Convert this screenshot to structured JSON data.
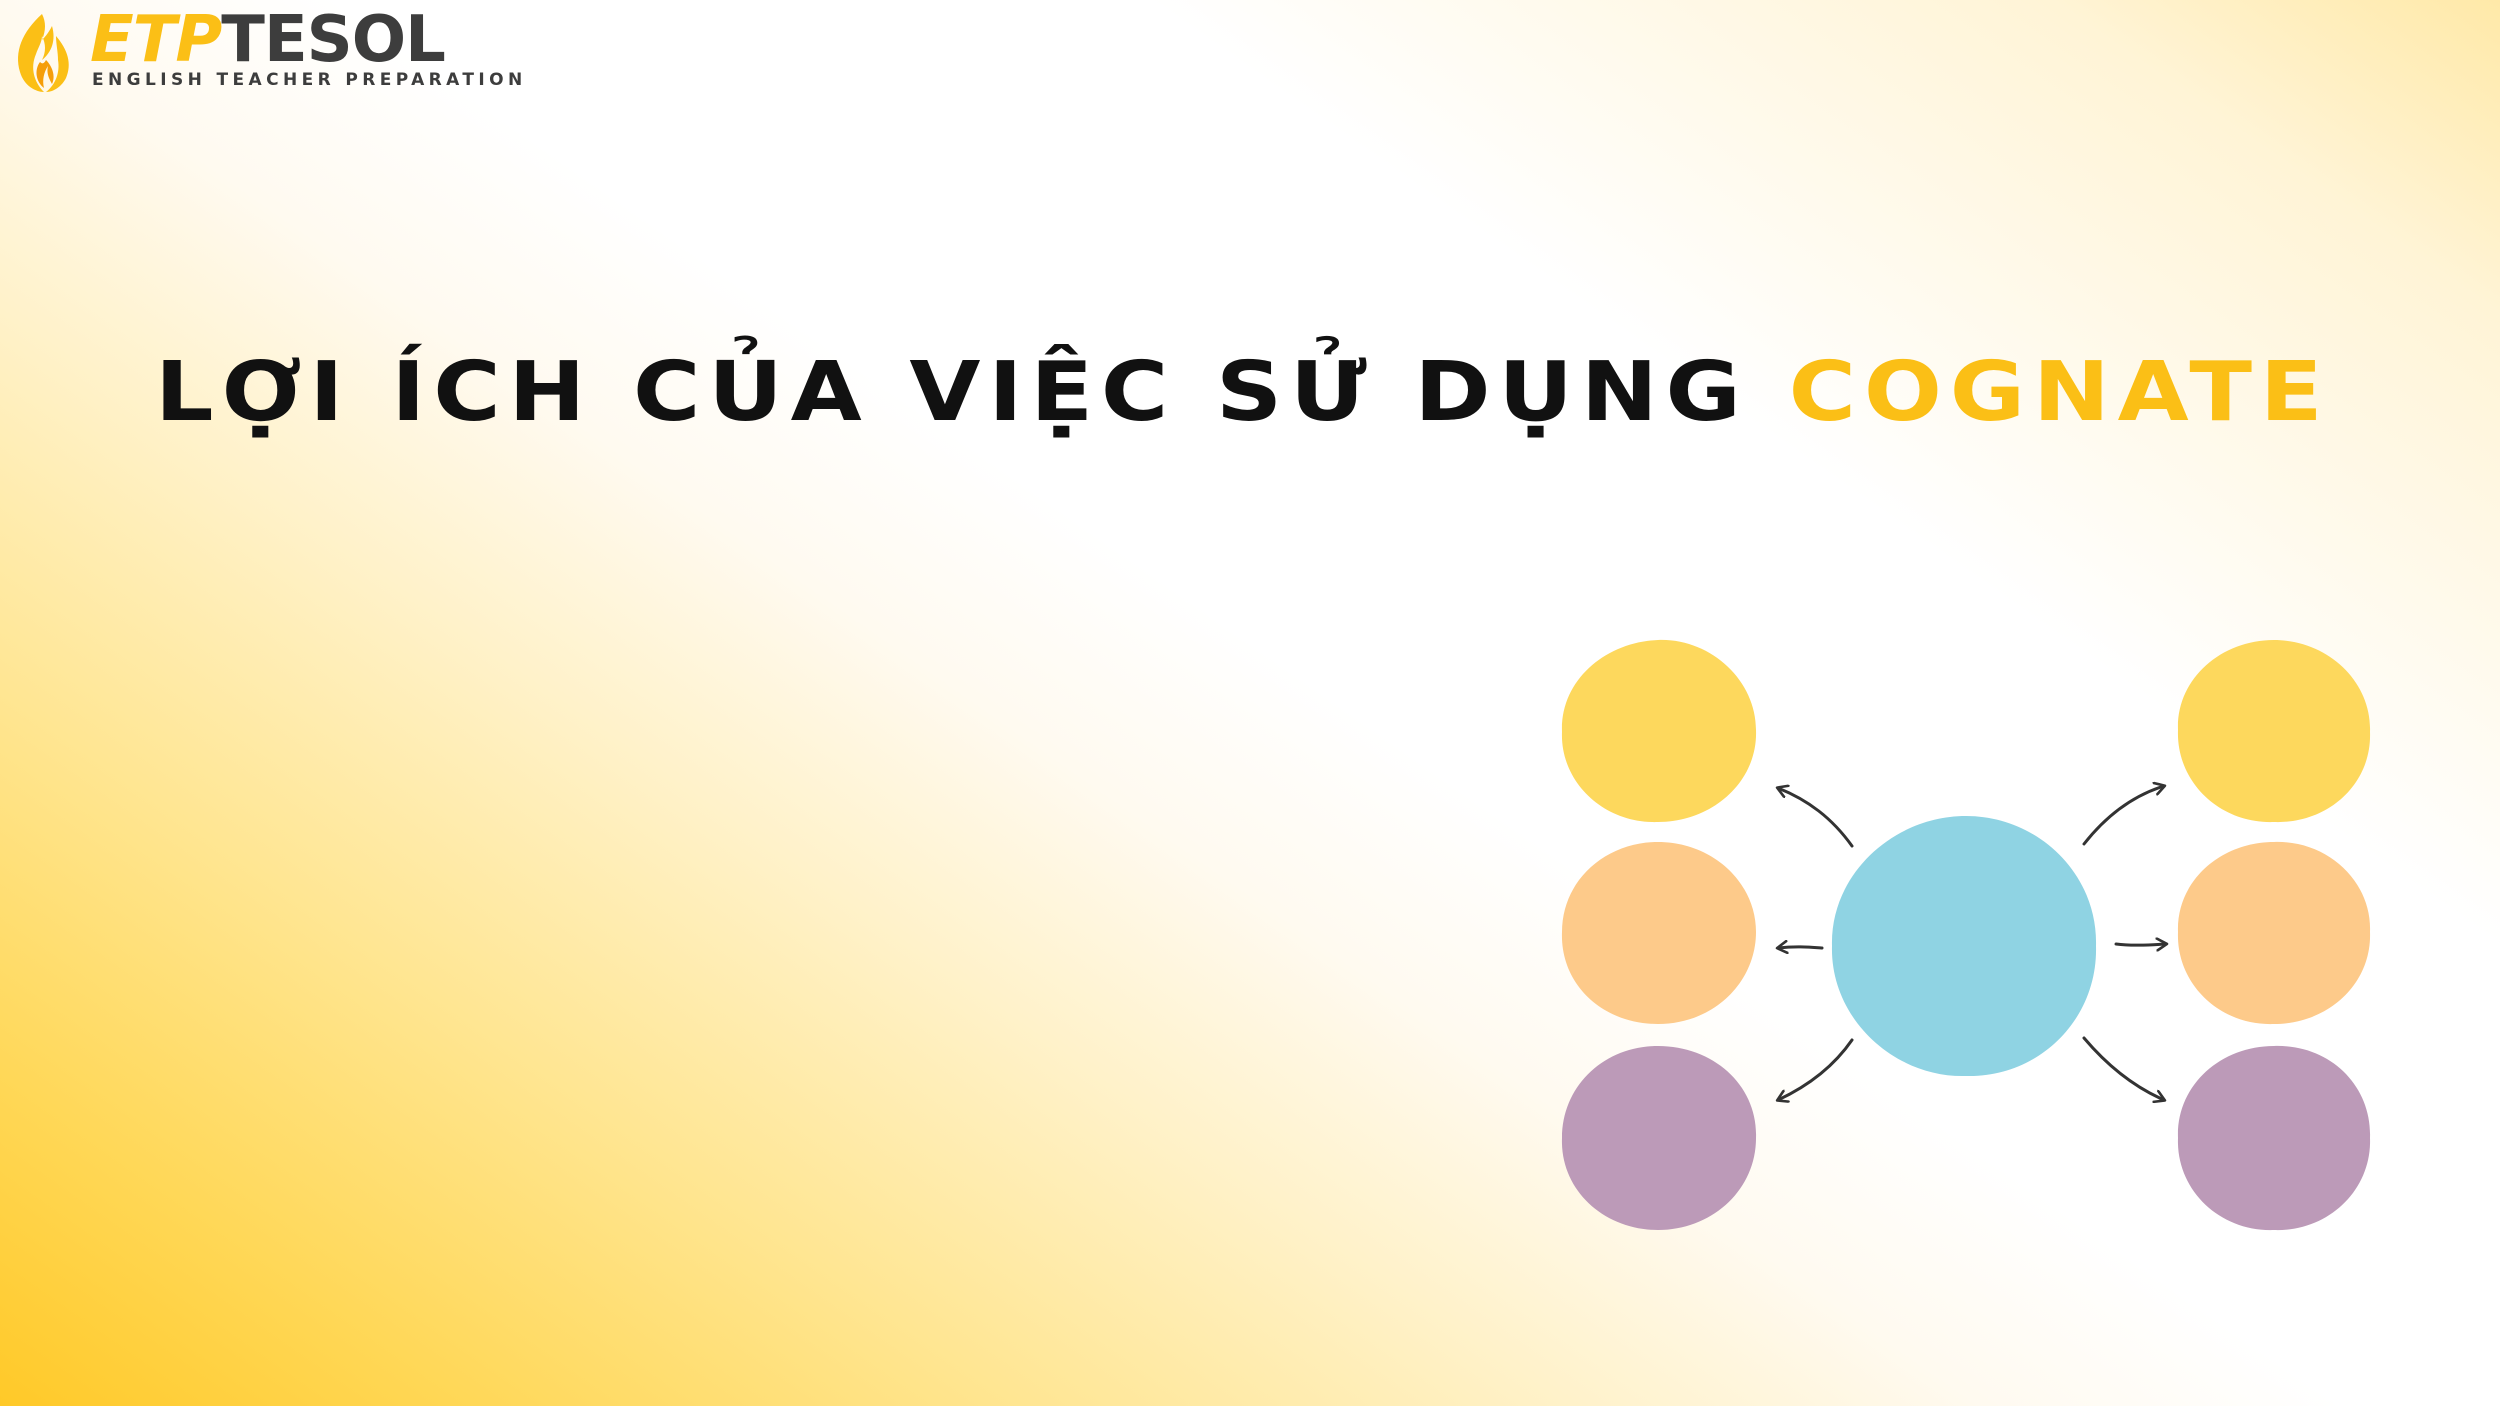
{
  "brand": {
    "logo_primary": "ETP",
    "logo_secondary": "TESOL",
    "tagline": "ENGLISH TEACHER PREPARATION"
  },
  "slide": {
    "title_main": "LỢI ÍCH CỦA VIỆC SỬ DỤNG ",
    "title_highlight": "COGNATE"
  },
  "colors": {
    "accent_yellow": "#fbbf16",
    "dark_gray": "#3d3d3d",
    "title_black": "#111111",
    "bubble_yellow": "#fdd85d",
    "bubble_orange": "#fdca8a",
    "bubble_purple": "#bc9ab8",
    "bubble_center": "#8fd3e3",
    "arrow_color": "#333333"
  },
  "diagram": {
    "center_node": "center-bubble",
    "left_nodes": [
      "yellow",
      "orange",
      "purple"
    ],
    "right_nodes": [
      "yellow",
      "orange",
      "purple"
    ]
  }
}
